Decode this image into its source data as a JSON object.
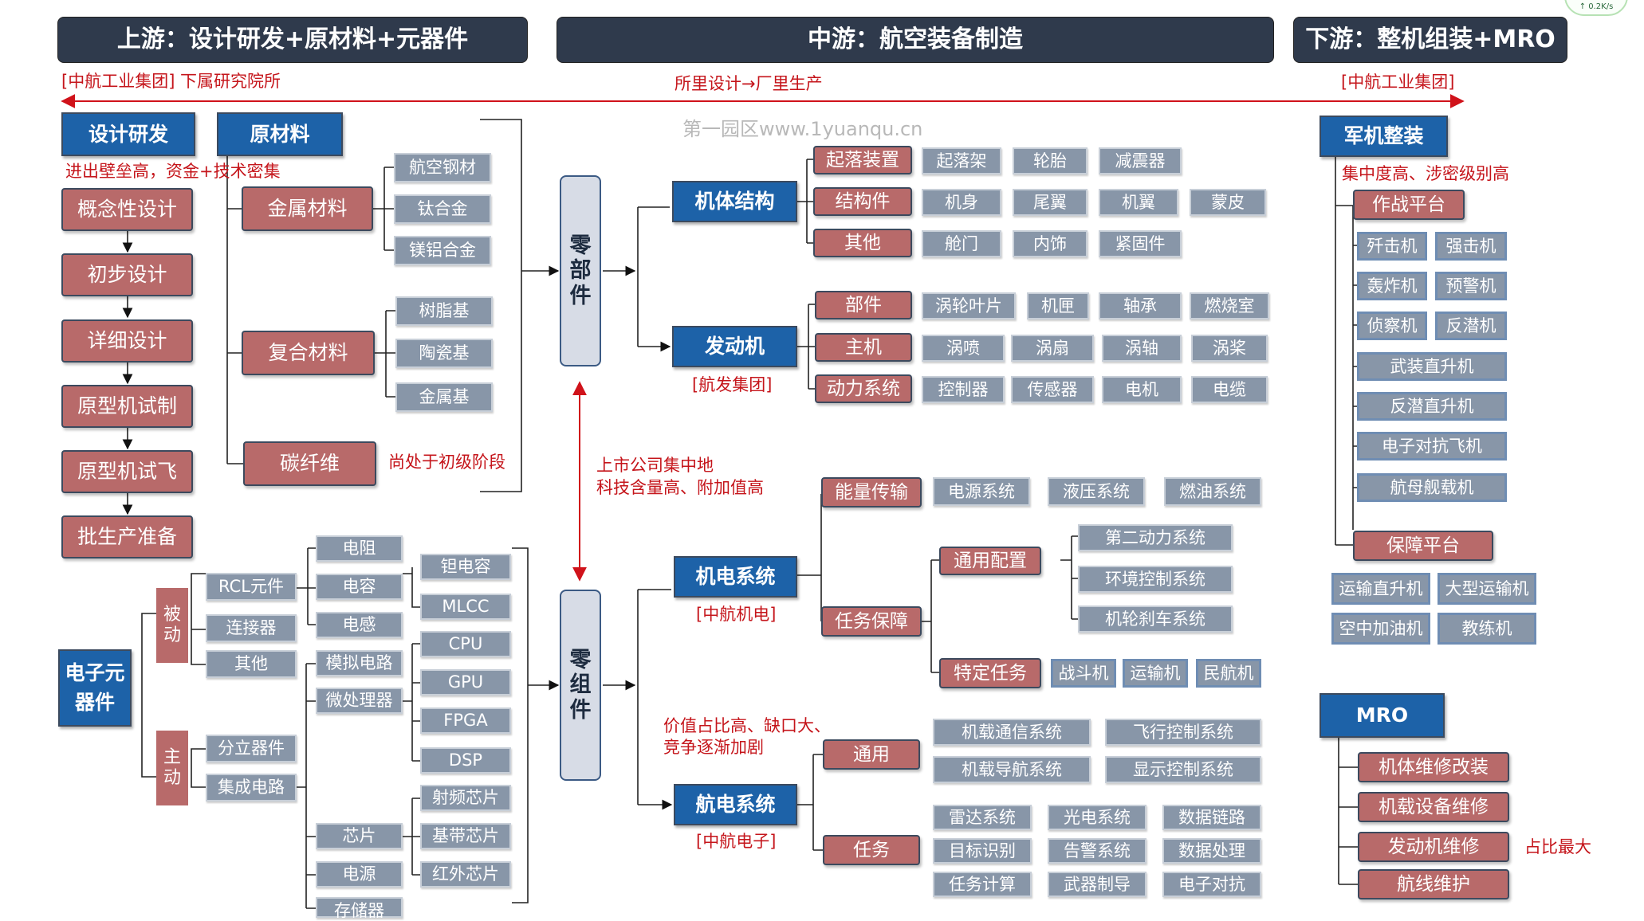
{
  "headers": {
    "upstream": "上游：设计研发+原材料+元器件",
    "midstream": "中游：航空装备制造",
    "downstream": "下游：整机组装+MRO"
  },
  "flow": {
    "left_note": "[中航工业集团] 下属研究院所",
    "center_note": "所里设计→厂里生产",
    "right_note": "[中航工业集团]"
  },
  "watermark": "第一园区www.1yuanqu.cn",
  "speed_badge": "↑ 0.2K/s",
  "design": {
    "title": "设计研发",
    "note": "进出壁垒高，资金+技术密集",
    "steps": [
      "概念性设计",
      "初步设计",
      "详细设计",
      "原型机试制",
      "原型机试飞",
      "批生产准备"
    ]
  },
  "materials": {
    "title": "原材料",
    "metal": {
      "label": "金属材料",
      "items": [
        "航空钢材",
        "钛合金",
        "镁铝合金"
      ]
    },
    "composite": {
      "label": "复合材料",
      "items": [
        "树脂基",
        "陶瓷基",
        "金属基"
      ]
    },
    "carbon": {
      "label": "碳纤维",
      "note": "尚处于初级阶段"
    }
  },
  "parts": {
    "label": "零部件"
  },
  "components": {
    "label": "零组件"
  },
  "electronic": {
    "label": "电子元器件",
    "passive": {
      "label": "被动",
      "rcl": {
        "label": "RCL元件",
        "items": [
          "电阻",
          "电容",
          "电感"
        ]
      },
      "capacitors": [
        "钽电容",
        "MLCC"
      ],
      "connector": "连接器",
      "other": "其他"
    },
    "active": {
      "label": "主动",
      "discrete": "分立器件",
      "ic": {
        "label": "集成电路",
        "analog": "模拟电路",
        "micro": "微处理器",
        "processors": [
          "CPU",
          "GPU",
          "FPGA",
          "DSP"
        ],
        "chip": "芯片",
        "chips": [
          "射频芯片",
          "基带芯片",
          "红外芯片"
        ],
        "power": "电源",
        "storage": "存储器"
      }
    }
  },
  "midstream_notes": {
    "listed": [
      "上市公司集中地",
      "科技含量高、附加值高"
    ],
    "value": [
      "价值占比高、缺口大、",
      "竞争逐渐加剧"
    ]
  },
  "airframe": {
    "label": "机体结构",
    "groups": [
      {
        "label": "起落装置",
        "items": [
          "起落架",
          "轮胎",
          "减震器"
        ]
      },
      {
        "label": "结构件",
        "items": [
          "机身",
          "尾翼",
          "机翼",
          "蒙皮"
        ]
      },
      {
        "label": "其他",
        "items": [
          "舱门",
          "内饰",
          "紧固件"
        ]
      }
    ]
  },
  "engine": {
    "label": "发动机",
    "owner": "[航发集团]",
    "groups": [
      {
        "label": "部件",
        "items": [
          "涡轮叶片",
          "机匣",
          "轴承",
          "燃烧室"
        ]
      },
      {
        "label": "主机",
        "items": [
          "涡喷",
          "涡扇",
          "涡轴",
          "涡桨"
        ]
      },
      {
        "label": "动力系统",
        "items": [
          "控制器",
          "传感器",
          "电机",
          "电缆"
        ]
      }
    ]
  },
  "electromech": {
    "label": "机电系统",
    "owner": "[中航机电]",
    "energy": {
      "label": "能量传输",
      "items": [
        "电源系统",
        "液压系统",
        "燃油系统"
      ]
    },
    "mission": {
      "label": "任务保障",
      "general": {
        "label": "通用配置",
        "items": [
          "第二动力系统",
          "环境控制系统",
          "机轮刹车系统"
        ]
      },
      "special": {
        "label": "特定任务",
        "items": [
          "战斗机",
          "运输机",
          "民航机"
        ]
      }
    }
  },
  "avionics": {
    "label": "航电系统",
    "owner": "[中航电子]",
    "general": {
      "label": "通用",
      "items": [
        "机载通信系统",
        "飞行控制系统",
        "机载导航系统",
        "显示控制系统"
      ]
    },
    "task": {
      "label": "任务",
      "items": [
        "雷达系统",
        "光电系统",
        "数据链路",
        "目标识别",
        "告警系统",
        "数据处理",
        "任务计算",
        "武器制导",
        "电子对抗"
      ]
    }
  },
  "military": {
    "title": "军机整装",
    "note": "集中度高、涉密级别高",
    "combat": {
      "label": "作战平台",
      "pairs": [
        "歼击机",
        "强击机",
        "轰炸机",
        "预警机",
        "侦察机",
        "反潜机"
      ],
      "singles": [
        "武装直升机",
        "反潜直升机",
        "电子对抗飞机",
        "航母舰载机"
      ]
    },
    "support": {
      "label": "保障平台",
      "items": [
        "运输直升机",
        "大型运输机",
        "空中加油机",
        "教练机"
      ]
    }
  },
  "mro": {
    "title": "MRO",
    "items": [
      "机体维修改装",
      "机载设备维修",
      "发动机维修",
      "航线维护"
    ],
    "note": "占比最大"
  }
}
